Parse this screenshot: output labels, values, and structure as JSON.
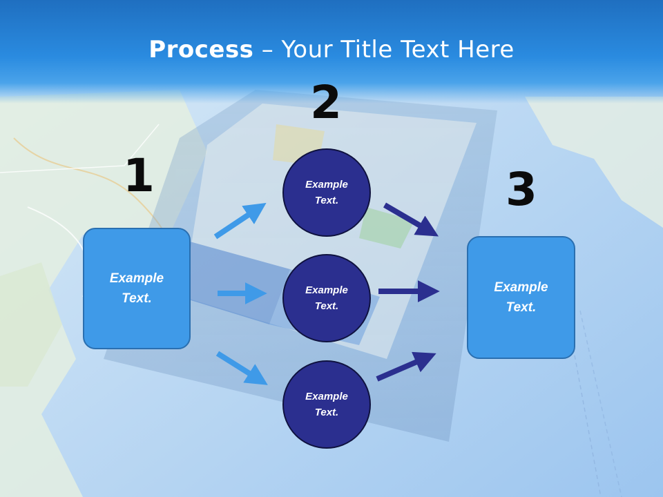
{
  "title": {
    "bold": "Process",
    "rest": " – Your Title Text Here"
  },
  "stages": [
    {
      "number": "1",
      "boxes": [
        "Example Text."
      ]
    },
    {
      "number": "2",
      "boxes": [
        "Example Text.",
        "Example Text.",
        "Example Text."
      ]
    },
    {
      "number": "3",
      "boxes": [
        "Example Text."
      ]
    }
  ],
  "colors": {
    "box_fill": "#3f9ae8",
    "circle_fill": "#2b2f8f",
    "arrow_light": "#3f9ae8",
    "arrow_dark": "#2b2f8f",
    "title_band": "#2a8be0"
  }
}
